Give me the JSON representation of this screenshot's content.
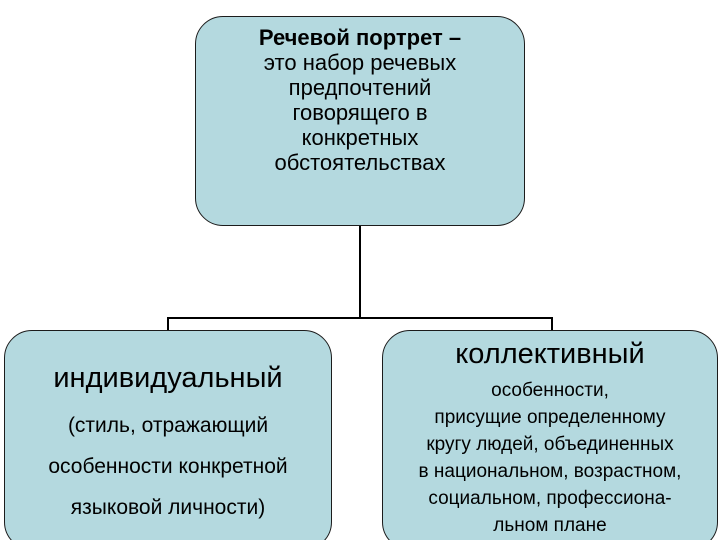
{
  "top": {
    "title": "Речевой портрет –",
    "lines": [
      "это набор речевых",
      "предпочтений",
      "говорящего в",
      "конкретных",
      "обстоятельствах"
    ]
  },
  "left": {
    "heading": "индивидуальный",
    "desc_lines": [
      "(стиль, отражающий",
      "особенности конкретной",
      "языковой личности)"
    ]
  },
  "right": {
    "heading": "коллективный",
    "desc_lines": [
      "особенности,",
      "присущие определенному",
      "кругу людей, объединенных",
      "в национальном, возрастном,",
      "социальном, профессиона-",
      "льном плане"
    ]
  },
  "colors": {
    "box_fill": "#b4d9df",
    "border": "#1c1c1c",
    "connector": "#000000"
  }
}
